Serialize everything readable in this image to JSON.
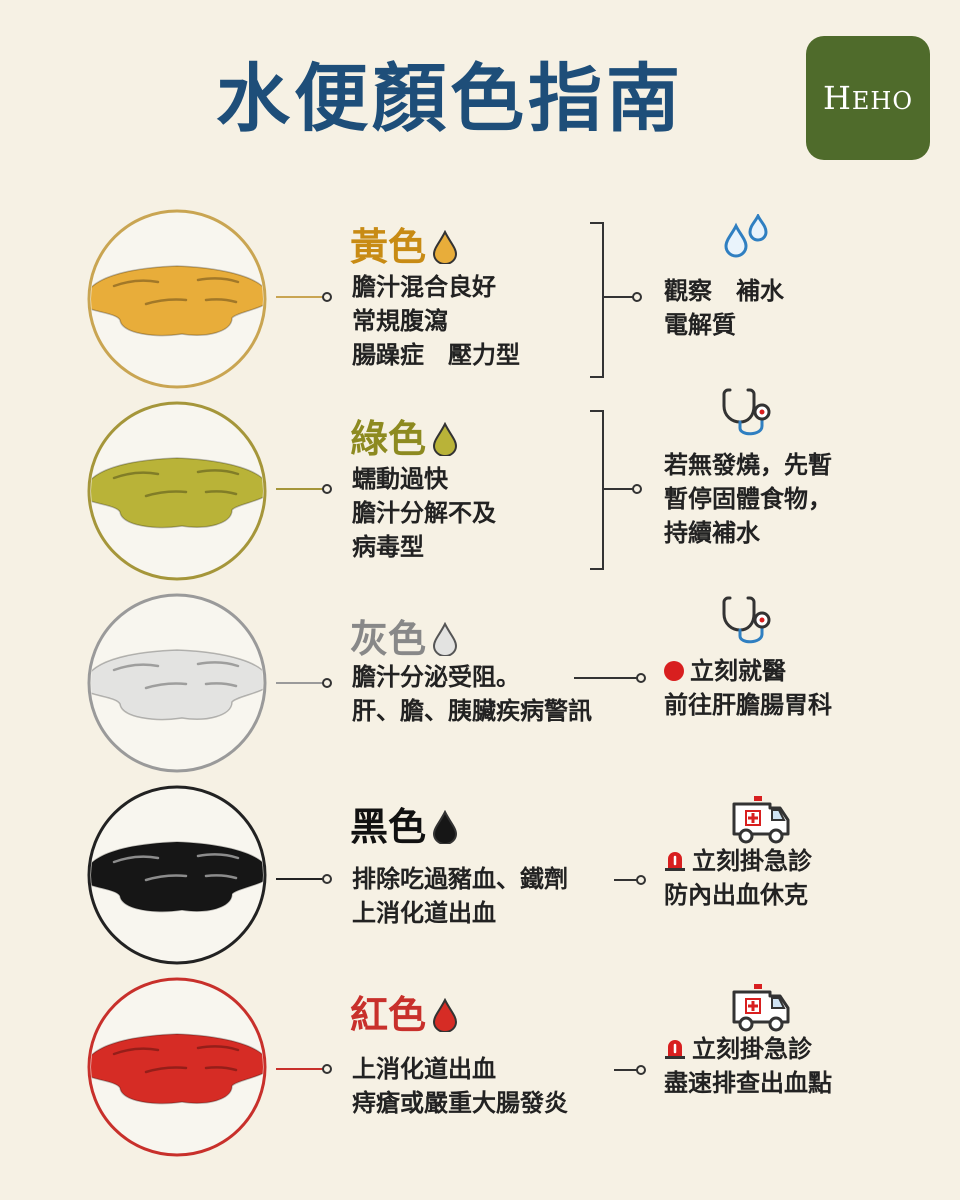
{
  "title": "水便顏色指南",
  "logo": {
    "text_big": "H",
    "text_small": "EHO"
  },
  "colors": {
    "title": "#1e4e79",
    "logo_bg": "#4f6b2b",
    "background": "#f6f1e4"
  },
  "rows": [
    {
      "name": "黃色",
      "color": "#e8ad3a",
      "ring": "#c9a552",
      "head_color": "#c88b14",
      "lines": [
        "膽汁混合良好",
        "常規腹瀉",
        "腸躁症　壓力型"
      ],
      "action": [
        "觀察　補水",
        "電解質"
      ],
      "icon": "water-drops-icon"
    },
    {
      "name": "綠色",
      "color": "#b9b338",
      "ring": "#a5963a",
      "head_color": "#8d8a20",
      "lines": [
        "蠕動過快",
        "膽汁分解不及",
        "病毒型"
      ],
      "action": [
        "若無發燒，先暫",
        "暫停固體食物，",
        "持續補水"
      ],
      "icon": "stethoscope-icon"
    },
    {
      "name": "灰色",
      "color": "#e3e3e1",
      "ring": "#9a9a9a",
      "head_color": "#888888",
      "lines": [
        "膽汁分泌受阻。",
        "肝、膽、胰臟疾病警訊"
      ],
      "action": [
        "立刻就醫",
        "前往肝膽腸胃科"
      ],
      "icon": "stethoscope-icon"
    },
    {
      "name": "黑色",
      "color": "#161616",
      "ring": "#222222",
      "head_color": "#111111",
      "lines": [
        "排除吃過豬血、鐵劑",
        "上消化道出血"
      ],
      "action": [
        "立刻掛急診",
        "防內出血休克"
      ],
      "icon": "ambulance-icon"
    },
    {
      "name": "紅色",
      "color": "#d62c25",
      "ring": "#c8302b",
      "head_color": "#c8302b",
      "lines": [
        "上消化道出血",
        "痔瘡或嚴重大腸發炎"
      ],
      "action": [
        "立刻掛急診",
        "盡速排查出血點"
      ],
      "icon": "ambulance-icon"
    }
  ]
}
